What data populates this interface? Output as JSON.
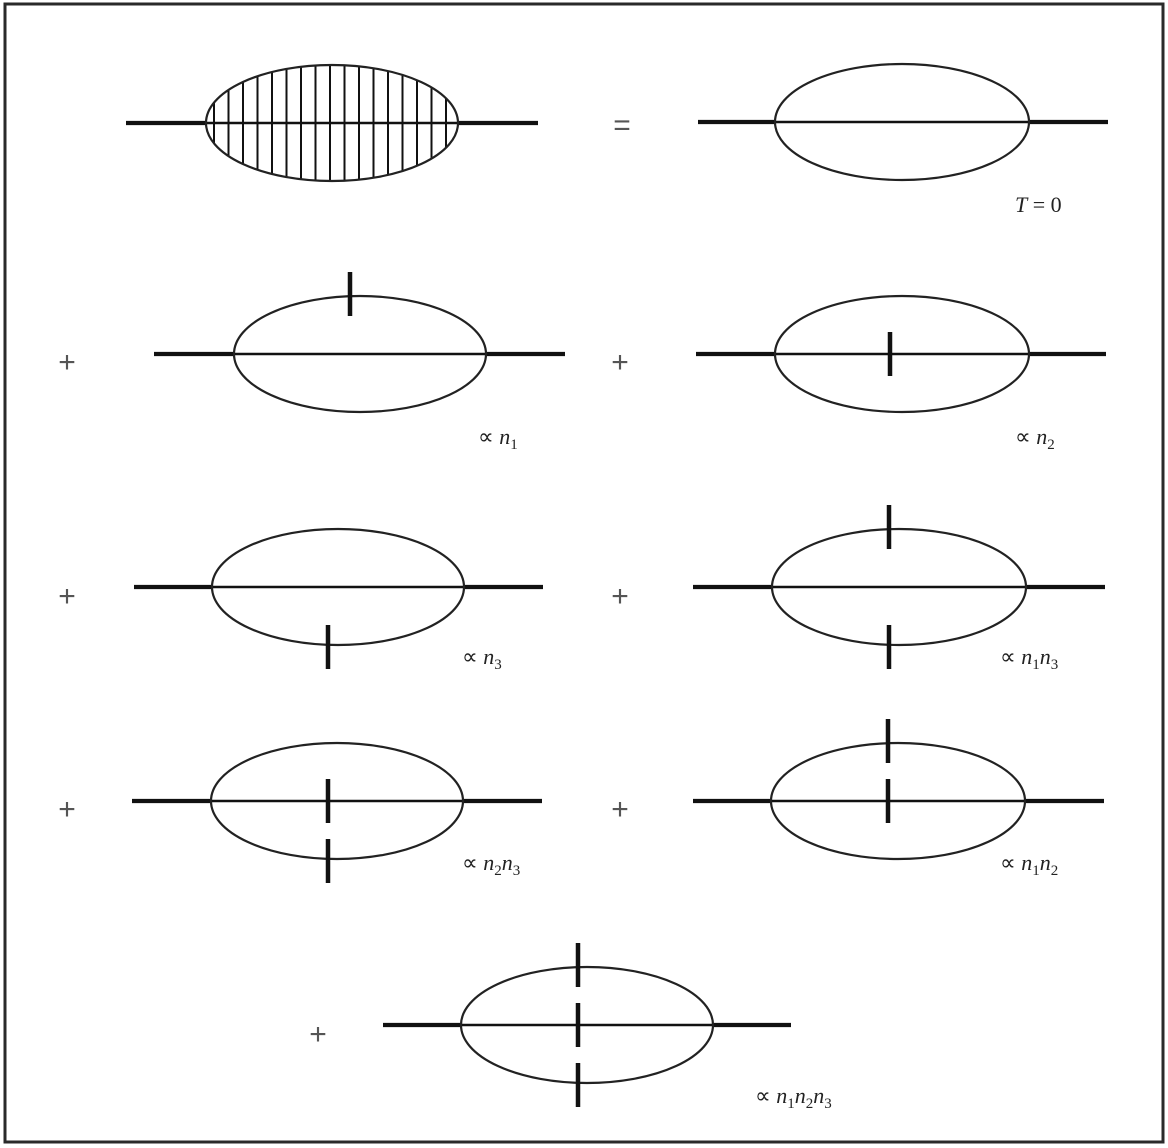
{
  "figure": {
    "equals": "=",
    "plus": "+",
    "lhs_name": "hatched-blob-diagram",
    "terms": [
      {
        "id": "t0",
        "label_parts": [
          {
            "t": "T",
            "i": true
          },
          {
            "t": " = 0",
            "i": false
          }
        ],
        "plus": false,
        "ticks": []
      },
      {
        "id": "n1",
        "label_parts": [
          {
            "t": "∝ ",
            "i": false
          },
          {
            "t": "n",
            "i": true
          },
          {
            "t": "1",
            "sub": true
          }
        ],
        "plus": true,
        "ticks": [
          "upper"
        ]
      },
      {
        "id": "n2",
        "label_parts": [
          {
            "t": "∝ ",
            "i": false
          },
          {
            "t": "n",
            "i": true
          },
          {
            "t": "2",
            "sub": true
          }
        ],
        "plus": true,
        "ticks": [
          "middle"
        ]
      },
      {
        "id": "n3",
        "label_parts": [
          {
            "t": "∝ ",
            "i": false
          },
          {
            "t": "n",
            "i": true
          },
          {
            "t": "3",
            "sub": true
          }
        ],
        "plus": true,
        "ticks": [
          "lower"
        ]
      },
      {
        "id": "n1n3",
        "label_parts": [
          {
            "t": "∝ ",
            "i": false
          },
          {
            "t": "n",
            "i": true
          },
          {
            "t": "1",
            "sub": true
          },
          {
            "t": "n",
            "i": true
          },
          {
            "t": "3",
            "sub": true
          }
        ],
        "plus": true,
        "ticks": [
          "upper",
          "lower"
        ]
      },
      {
        "id": "n2n3",
        "label_parts": [
          {
            "t": "∝ ",
            "i": false
          },
          {
            "t": "n",
            "i": true
          },
          {
            "t": "2",
            "sub": true
          },
          {
            "t": "n",
            "i": true
          },
          {
            "t": "3",
            "sub": true
          }
        ],
        "plus": true,
        "ticks": [
          "middle",
          "lower"
        ]
      },
      {
        "id": "n1n2",
        "label_parts": [
          {
            "t": "∝ ",
            "i": false
          },
          {
            "t": "n",
            "i": true
          },
          {
            "t": "1",
            "sub": true
          },
          {
            "t": "n",
            "i": true
          },
          {
            "t": "2",
            "sub": true
          }
        ],
        "plus": true,
        "ticks": [
          "upper",
          "middle"
        ]
      },
      {
        "id": "n1n2n3",
        "label_parts": [
          {
            "t": "∝ ",
            "i": false
          },
          {
            "t": "n",
            "i": true
          },
          {
            "t": "1",
            "sub": true
          },
          {
            "t": "n",
            "i": true
          },
          {
            "t": "2",
            "sub": true
          },
          {
            "t": "n",
            "i": true
          },
          {
            "t": "3",
            "sub": true
          }
        ],
        "plus": true,
        "ticks": [
          "upper",
          "middle",
          "lower"
        ]
      }
    ]
  }
}
